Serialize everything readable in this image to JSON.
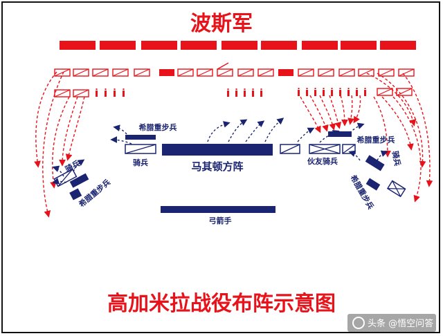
{
  "title_top": "波斯军",
  "title_bottom": "高加米拉战役布阵示意图",
  "labels": {
    "greek_left_top": "希腊重步兵",
    "cav_left": "骑兵",
    "phalanx": "马其顿方阵",
    "allied_cav": "伙友骑兵",
    "greek_right_top": "希腊重步兵",
    "cav_left_flank": "骑兵",
    "greek_left_flank": "希腊重步兵",
    "greek_right_flank": "希腊重步兵",
    "cav_right_flank": "骑兵",
    "archers": "弓箭手"
  },
  "watermark": "头条 @悟空问答",
  "colors": {
    "persian": "#e8121a",
    "macedonian": "#1a2470",
    "frame": "#111111"
  }
}
